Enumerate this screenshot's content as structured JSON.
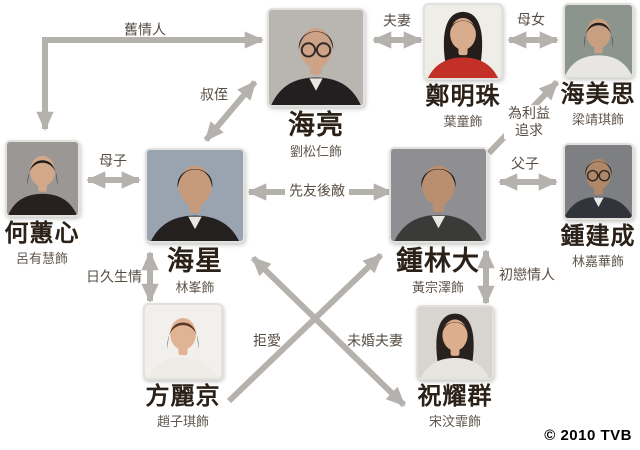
{
  "copyright": "© 2010 TVB",
  "colors": {
    "background": "#ffffff",
    "arrow": "#b5b1ac",
    "character_name": "#2b2118",
    "actor_name": "#5f564c",
    "relationship_label": "#574d43",
    "copyright_text": "#000000"
  },
  "characters": [
    {
      "name": "海亮",
      "actor": "劉松仁飾",
      "portrait": {
        "bg": "#b9b5b0",
        "hair": "#2f2a26",
        "skin": "#cda287",
        "top": "#211f20",
        "hairstyle": "short",
        "glasses": true,
        "suit": true
      }
    },
    {
      "name": "鄭明珠",
      "actor": "葉童飾",
      "portrait": {
        "bg": "#efede8",
        "hair": "#241d1b",
        "skin": "#d9ac8d",
        "top": "#c23028",
        "hairstyle": "long",
        "glasses": false,
        "suit": false
      }
    },
    {
      "name": "海美思",
      "actor": "梁靖琪飾",
      "portrait": {
        "bg": "#8b958d",
        "hair": "#231f1e",
        "skin": "#c99f82",
        "top": "#e8e6e2",
        "hairstyle": "bob",
        "glasses": false,
        "suit": false
      }
    },
    {
      "name": "何蕙心",
      "actor": "呂有慧飾",
      "portrait": {
        "bg": "#9b9795",
        "hair": "#211c1a",
        "skin": "#d3a88a",
        "top": "#26211f",
        "hairstyle": "bob",
        "glasses": false,
        "suit": false
      }
    },
    {
      "name": "海星",
      "actor": "林峯飾",
      "portrait": {
        "bg": "#9aa4b0",
        "hair": "#1e1a18",
        "skin": "#c89a7c",
        "top": "#23201f",
        "hairstyle": "short",
        "glasses": false,
        "suit": true
      }
    },
    {
      "name": "鍾林大",
      "actor": "黃宗澤飾",
      "portrait": {
        "bg": "#8f8f93",
        "hair": "#1b1715",
        "skin": "#b98f6f",
        "top": "#3a3a38",
        "hairstyle": "short",
        "glasses": false,
        "suit": true
      }
    },
    {
      "name": "鍾建成",
      "actor": "林嘉華飾",
      "portrait": {
        "bg": "#7e7f83",
        "hair": "#262220",
        "skin": "#b08868",
        "top": "#32343c",
        "hairstyle": "short",
        "glasses": true,
        "suit": true
      }
    },
    {
      "name": "方麗京",
      "actor": "趙子琪飾",
      "portrait": {
        "bg": "#f2f0ec",
        "hair": "#5a3a26",
        "skin": "#e0b394",
        "top": "#efece8",
        "hairstyle": "bob",
        "glasses": false,
        "suit": false
      }
    },
    {
      "name": "祝耀群",
      "actor": "宋汶霏飾",
      "portrait": {
        "bg": "#d8d5d0",
        "hair": "#28211e",
        "skin": "#dcae8e",
        "top": "#e8e4e0",
        "hairstyle": "long",
        "glasses": false,
        "suit": false
      }
    }
  ],
  "relationships": [
    {
      "label": "舊情人",
      "between": "何蕙心 — 海亮"
    },
    {
      "label": "夫妻",
      "between": "海亮 — 鄭明珠"
    },
    {
      "label": "母女",
      "between": "鄭明珠 — 海美思"
    },
    {
      "label": "叔侄",
      "between": "海星 — 海亮"
    },
    {
      "label": "為利益\n追求",
      "between": "鍾林大 → 海美思"
    },
    {
      "label": "母子",
      "between": "何蕙心 — 海星"
    },
    {
      "label": "先友後敵",
      "between": "海星 — 鍾林大"
    },
    {
      "label": "父子",
      "between": "鍾林大 — 鍾建成"
    },
    {
      "label": "日久生情",
      "between": "海星 — 方麗京"
    },
    {
      "label": "初戀情人",
      "between": "鍾林大 — 祝耀群"
    },
    {
      "label": "未婚夫妻",
      "between": "海星 — 祝耀群"
    },
    {
      "label": "拒愛",
      "between": "方麗京 → 鍾林大"
    }
  ]
}
